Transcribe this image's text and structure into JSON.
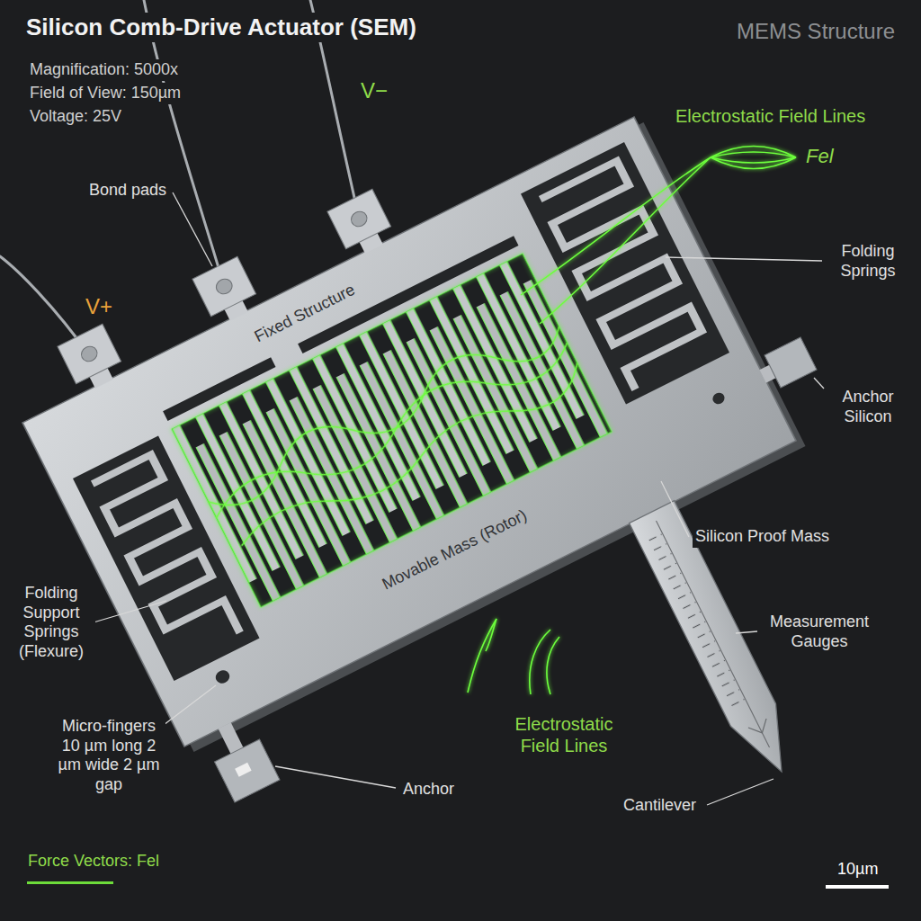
{
  "diagram": {
    "title": "Silicon Comb-Drive Actuator (SEM)",
    "labels": [
      "Magnification: 5000x",
      "Field of View: 150µm",
      "Voltage: 25V",
      "MEMS Structure",
      "V−",
      "V+",
      "Bond pads",
      "Electrostatic Field Lines",
      "Fel",
      "Fixed Structure",
      "Folding Springs",
      "Anchor Silicon",
      "Silicon Proof Mass",
      "Movable Mass (Rotor)",
      "Measurement Gauges",
      "Folding Support Springs (Flexure)",
      "Micro-fingers 10 µm long 2 µm wide 2 µm gap",
      "Electrostatic Field Lines",
      "Anchor",
      "Cantilever",
      "10µm"
    ],
    "legend": [
      {
        "text": "Force Vectors: Fel"
      }
    ]
  }
}
